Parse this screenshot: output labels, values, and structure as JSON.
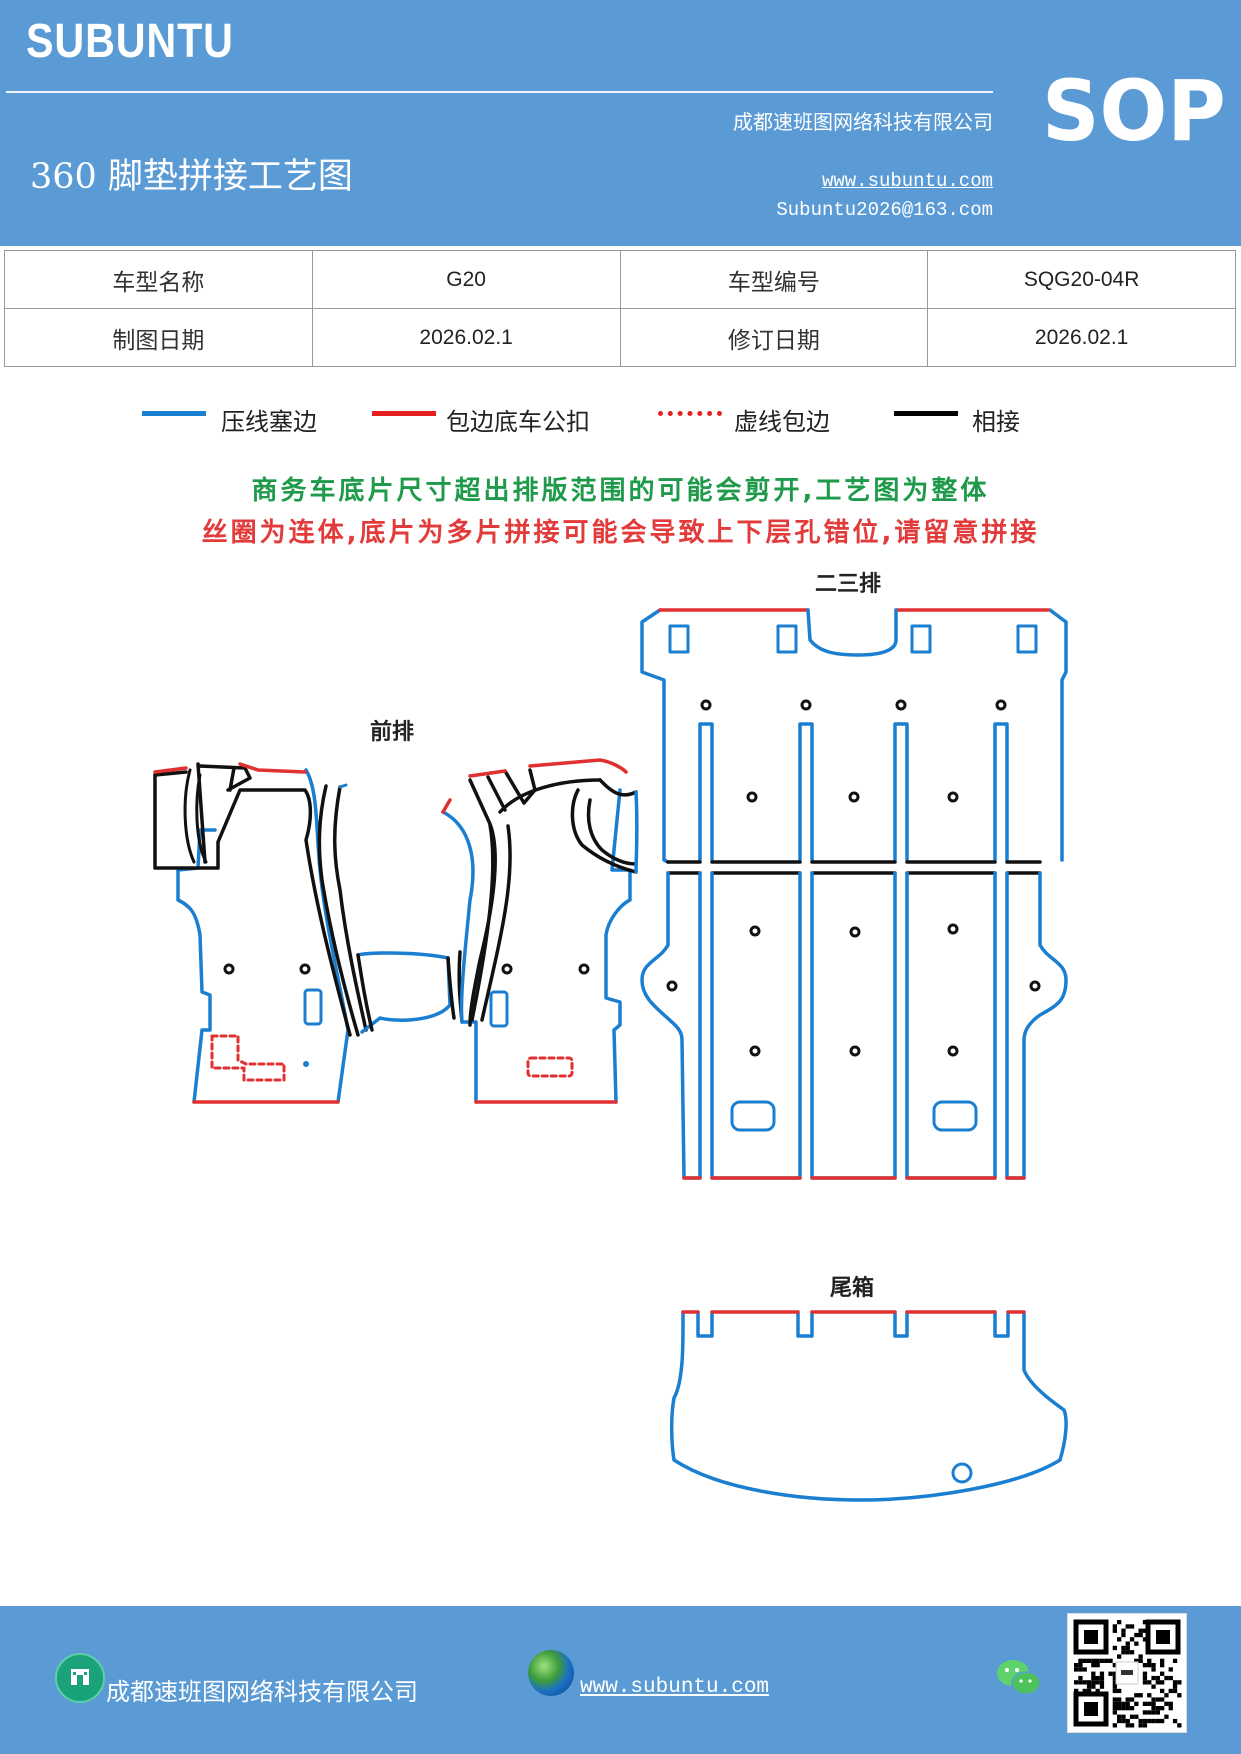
{
  "header": {
    "brand": "SUBUNTU",
    "company": "成都速班图网络科技有限公司",
    "title": "360 脚垫拼接工艺图",
    "website": "www.subuntu.com",
    "email": "Subuntu2026@163.com",
    "badge": "SOP"
  },
  "info_table": {
    "row1": {
      "label1": "车型名称",
      "value1": "G20",
      "label2": "车型编号",
      "value2": "SQG20-04R"
    },
    "row2": {
      "label1": "制图日期",
      "value1": "2026.02.1",
      "label2": "修订日期",
      "value2": "2026.02.1"
    }
  },
  "legend": [
    {
      "label": "压线塞边",
      "color": "#1a7fd0",
      "style": "solid"
    },
    {
      "label": "包边底车公扣",
      "color": "#e62020",
      "style": "solid"
    },
    {
      "label": "虚线包边",
      "color": "#e62020",
      "style": "dotted"
    },
    {
      "label": "相接",
      "color": "#000000",
      "style": "solid"
    }
  ],
  "notice": {
    "line1": "商务车底片尺寸超出排版范围的可能会剪开,工艺图为整体",
    "line2": "丝圈为连体,底片为多片拼接可能会导致上下层孔错位,请留意拼接"
  },
  "sections": {
    "front": "前排",
    "rear": "二三排",
    "trunk": "尾箱"
  },
  "colors": {
    "blue": "#1a7fd0",
    "red": "#e03030",
    "black": "#111111",
    "header_bg": "#5b9bd5"
  },
  "footer": {
    "company": "成都速班图网络科技有限公司",
    "website": "www.subuntu.com",
    "icons": [
      "home-icon",
      "globe-icon",
      "wechat-icon",
      "qr-code"
    ]
  }
}
